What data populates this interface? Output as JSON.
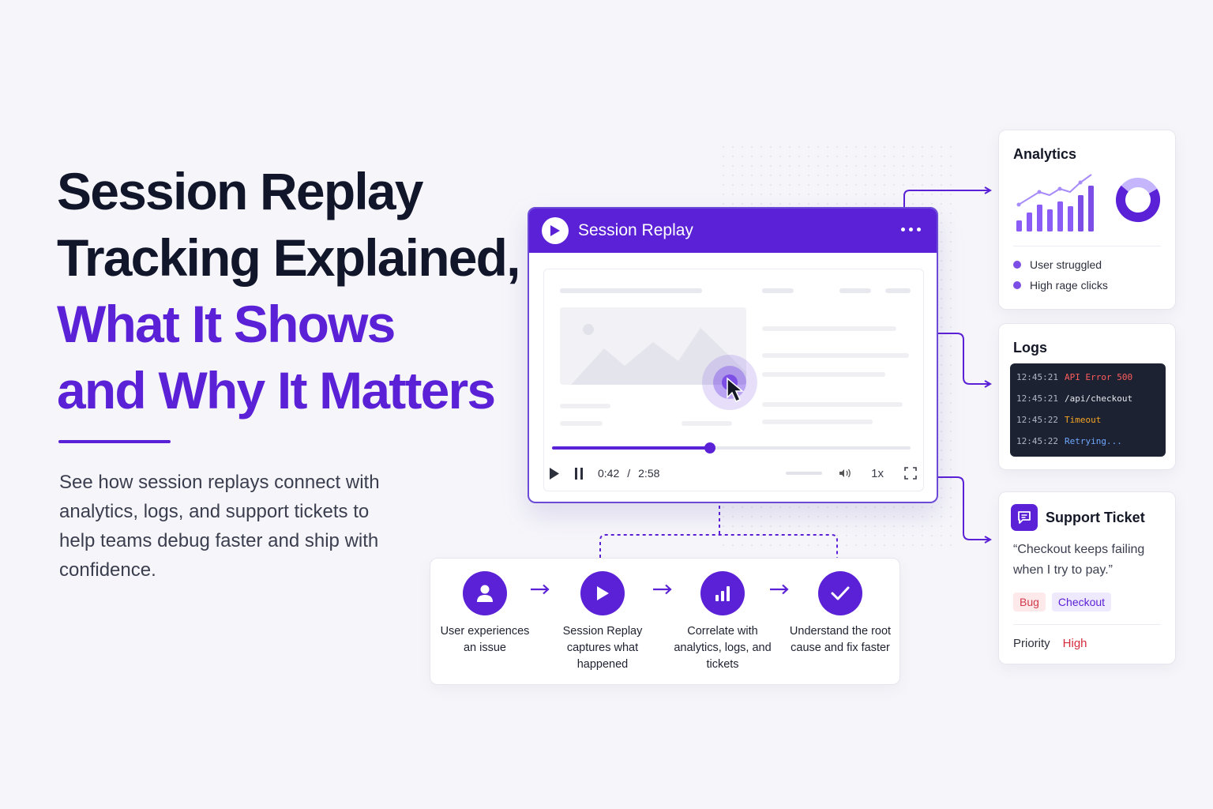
{
  "headline": {
    "line1": "Session Replay",
    "line2": "Tracking Explained,",
    "line3": "What It Shows",
    "line4": "and Why It Matters"
  },
  "subtext": "See how session replays connect with analytics, logs, and support tickets to help teams debug faster and ship with confidence.",
  "player": {
    "title": "Session Replay",
    "current_time": "0:42",
    "separator": "/",
    "duration": "2:58",
    "speed": "1x",
    "progress_fraction": 0.44
  },
  "analytics": {
    "title": "Analytics",
    "legend": [
      "User struggled",
      "High rage clicks"
    ]
  },
  "logs": {
    "title": "Logs",
    "entries": [
      {
        "time": "12:45:21",
        "message": "API Error 500",
        "color": "#ff5c5c"
      },
      {
        "time": "12:45:21",
        "message": "/api/checkout",
        "color": "#e6e8ef"
      },
      {
        "time": "12:45:22",
        "message": "Timeout",
        "color": "#f5a524"
      },
      {
        "time": "12:45:22",
        "message": "Retrying...",
        "color": "#6ea8fe"
      }
    ]
  },
  "support": {
    "title": "Support Ticket",
    "quote": "“Checkout keeps failing when I try to pay.”",
    "tags": [
      "Bug",
      "Checkout"
    ],
    "priority_label": "Priority",
    "priority_value": "High"
  },
  "flow": {
    "steps": [
      {
        "label": "User experiences an issue",
        "icon": "user-icon"
      },
      {
        "label": "Session Replay captures what happened",
        "icon": "play-icon"
      },
      {
        "label": "Correlate with analytics, logs, and tickets",
        "icon": "bar-chart-icon"
      },
      {
        "label": "Understand the root cause and fix faster",
        "icon": "check-icon"
      }
    ]
  },
  "colors": {
    "accent": "#5b21d6",
    "accent_light": "#7c4ee6",
    "headline_dark": "#12162a",
    "error": "#d42a3c"
  }
}
